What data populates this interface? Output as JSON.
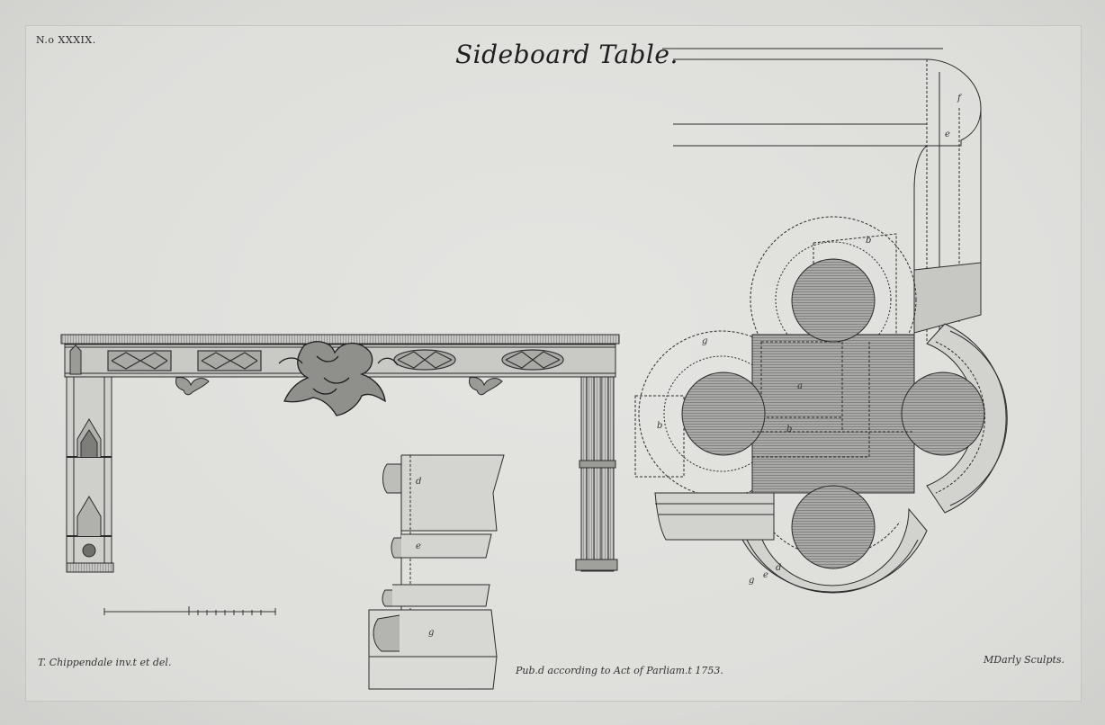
{
  "plate": {
    "number": "N.o XXXIX.",
    "title": "Sideboard Table."
  },
  "credits": {
    "designer": "T. Chippendale inv.t et del.",
    "publication": "Pub.d according to Act of Parliam.t 1753.",
    "engraver": "MDarly Sculpts."
  },
  "labels": {
    "mould_d": "d",
    "mould_e": "e",
    "mould_g": "g",
    "plan_a": "a",
    "plan_b_center": "b",
    "plan_b_left": "b",
    "plan_b_top": "b",
    "plan_g_top": "g",
    "plan_e_right": "e",
    "plan_f_right": "f",
    "plan_g_bottom": "g",
    "plan_e_bottom": "e",
    "plan_d_bottom": "d"
  }
}
